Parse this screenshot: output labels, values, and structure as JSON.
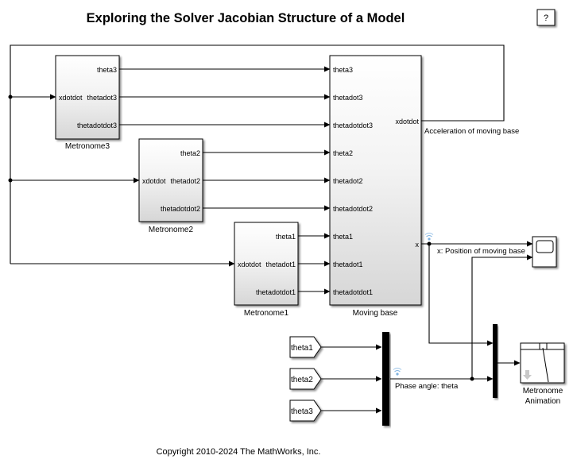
{
  "title": "Exploring the Solver Jacobian Structure of a Model",
  "help_button": {
    "label": "?"
  },
  "copyright": "Copyright 2010-2024 The MathWorks, Inc.",
  "blocks": {
    "metronome3": {
      "name": "Metronome3",
      "inputs": [
        "xdotdot"
      ],
      "outputs": [
        "theta3",
        "thetadot3",
        "thetadotdot3"
      ]
    },
    "metronome2": {
      "name": "Metronome2",
      "inputs": [
        "xdotdot"
      ],
      "outputs": [
        "theta2",
        "thetadot2",
        "thetadotdot2"
      ]
    },
    "metronome1": {
      "name": "Metronome1",
      "inputs": [
        "xdotdot"
      ],
      "outputs": [
        "theta1",
        "thetadot1",
        "thetadotdot1"
      ]
    },
    "moving_base": {
      "name": "Moving base",
      "inputs": [
        "theta3",
        "thetadot3",
        "thetadotdot3",
        "theta2",
        "thetadot2",
        "thetadotdot2",
        "theta1",
        "thetadot1",
        "thetadotdot1"
      ],
      "outputs": [
        "xdotdot",
        "x"
      ]
    },
    "goto_tags": [
      "theta1",
      "theta2",
      "theta3"
    ],
    "animation": {
      "name_line1": "Metronome",
      "name_line2": "Animation"
    }
  },
  "signals": {
    "acceleration": "Acceleration of moving base",
    "position": "x: Position of moving base",
    "phase": "Phase angle: theta"
  },
  "colors": {
    "block_top": "#ffffff",
    "block_bottom": "#d9d9d9",
    "stream_icon": "#7fb2e0",
    "shadow": "#9a9a9a"
  }
}
